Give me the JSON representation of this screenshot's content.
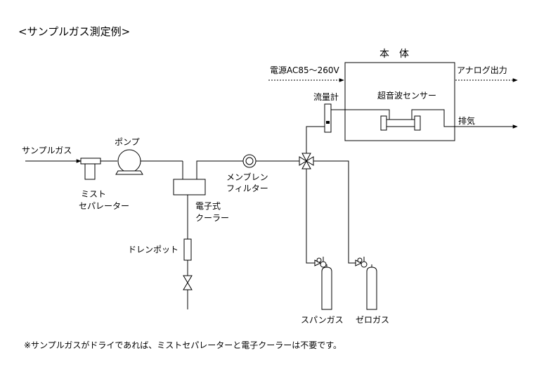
{
  "title": "<サンプルガス測定例>",
  "analyzer": {
    "title": "本　体",
    "power_label": "電源AC85～260V",
    "analog_label": "アナログ出力",
    "sensor_label": "超音波センサー",
    "exhaust_label": "排気"
  },
  "components": {
    "sample_gas": "サンプルガス",
    "pump": "ポンプ",
    "mist_separator_line1": "ミスト",
    "mist_separator_line2": "セパレーター",
    "cooler_line1": "電子式",
    "cooler_line2": "クーラー",
    "drain_pot": "ドレンポット",
    "membrane_filter_line1": "メンブレン",
    "membrane_filter_line2": "フィルター",
    "flowmeter": "流量計",
    "span_gas": "スパンガス",
    "zero_gas": "ゼロガス"
  },
  "footnote": "※サンプルガスがドライであれば、ミストセパレーターと電子クーラーは不要です。"
}
